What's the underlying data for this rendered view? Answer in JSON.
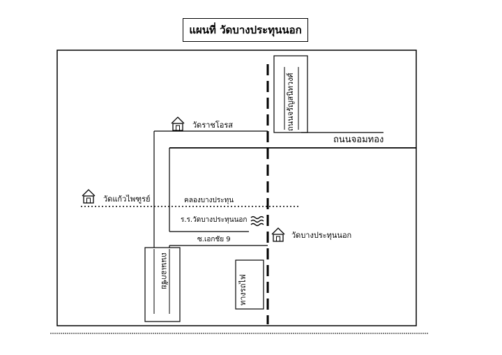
{
  "title": "แผนที่ วัดบางประทุนนอก",
  "roads": {
    "chom_thong": "ถนนจอมทอง",
    "ekkachai": "ถนนเอกชัย",
    "charan": "ถนนจรัญสนิทวงศ์",
    "railway": "ทางรถไฟ",
    "soi_ekkachai": "ซ.เอกชัย 9"
  },
  "canal": "คลองบางประทุน",
  "places": {
    "wat_ratcharot": "วัดราชโอรส",
    "wat_kaew": "วัดแก้วไพฑูรย์",
    "school": "ร.ร.วัดบางประทุนนอก",
    "wat_bang_prathun": "วัดบางประทุนนอก"
  },
  "colors": {
    "ink": "#000000",
    "paper": "#ffffff"
  },
  "icons": {
    "temple": "temple-icon",
    "school": "school-wave-icon"
  }
}
